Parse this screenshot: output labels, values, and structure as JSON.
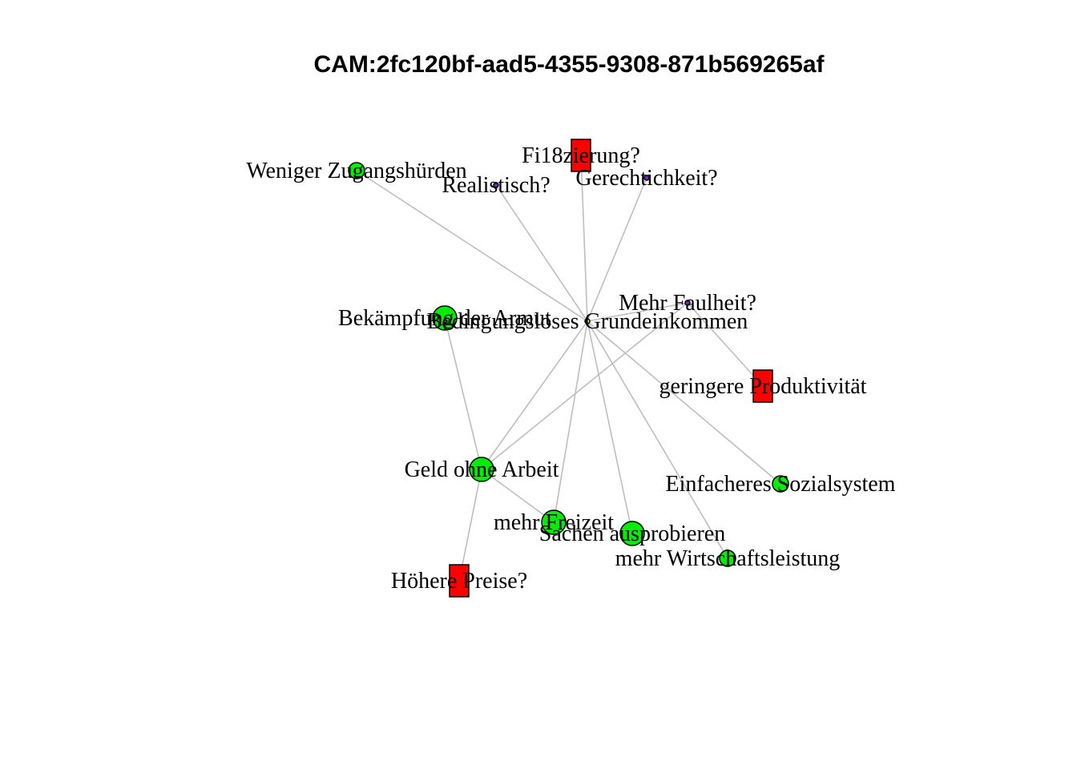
{
  "title": "CAM:2fc120bf-aad5-4355-9308-871b569265af",
  "colors": {
    "positive": "#00ee00",
    "negative": "#ff0000",
    "neutral": "#7a1fd1",
    "ambivalent": "#ffff00",
    "edge": "#bebebe"
  },
  "nodes": [
    {
      "id": "bge",
      "label": "Bedingungsloses Grundeinkommen",
      "shape": "circle",
      "valence": "ambivalent",
      "size": "tiny"
    },
    {
      "id": "zugang",
      "label": "Weniger Zugangshürden",
      "shape": "circle",
      "valence": "positive",
      "size": "small"
    },
    {
      "id": "fin",
      "label": "Fi18zierung?",
      "shape": "rect",
      "valence": "negative",
      "size": "medium"
    },
    {
      "id": "real",
      "label": "Realistisch?",
      "shape": "circle",
      "valence": "neutral",
      "size": "tiny"
    },
    {
      "id": "ger",
      "label": "Gerechtichkeit?",
      "shape": "circle",
      "valence": "neutral",
      "size": "tiny"
    },
    {
      "id": "armut",
      "label": "Bekämpfung der Armut",
      "shape": "circle",
      "valence": "positive",
      "size": "medium"
    },
    {
      "id": "faul",
      "label": "Mehr Faulheit?",
      "shape": "circle",
      "valence": "neutral",
      "size": "tiny"
    },
    {
      "id": "prod",
      "label": "geringere Produktivität",
      "shape": "rect",
      "valence": "negative",
      "size": "medium"
    },
    {
      "id": "geld",
      "label": "Geld ohne Arbeit",
      "shape": "circle",
      "valence": "positive",
      "size": "medium"
    },
    {
      "id": "sozial",
      "label": "Einfacheres Sozialsystem",
      "shape": "circle",
      "valence": "positive",
      "size": "small"
    },
    {
      "id": "freizeit",
      "label": "mehr Freizeit",
      "shape": "circle",
      "valence": "positive",
      "size": "medium"
    },
    {
      "id": "sachen",
      "label": "Sachen ausprobieren",
      "shape": "circle",
      "valence": "positive",
      "size": "medium"
    },
    {
      "id": "wirt",
      "label": "mehr Wirtschaftsleistung",
      "shape": "circle",
      "valence": "positive",
      "size": "small"
    },
    {
      "id": "preise",
      "label": "Höhere Preise?",
      "shape": "rect",
      "valence": "negative",
      "size": "medium"
    }
  ],
  "edges": [
    [
      "bge",
      "zugang"
    ],
    [
      "bge",
      "real"
    ],
    [
      "bge",
      "fin"
    ],
    [
      "bge",
      "ger"
    ],
    [
      "bge",
      "faul"
    ],
    [
      "bge",
      "sozial"
    ],
    [
      "bge",
      "geld"
    ],
    [
      "bge",
      "freizeit"
    ],
    [
      "bge",
      "sachen"
    ],
    [
      "bge",
      "wirt"
    ],
    [
      "armut",
      "geld"
    ],
    [
      "faul",
      "geld"
    ],
    [
      "faul",
      "prod"
    ],
    [
      "geld",
      "preise"
    ],
    [
      "geld",
      "freizeit"
    ]
  ]
}
